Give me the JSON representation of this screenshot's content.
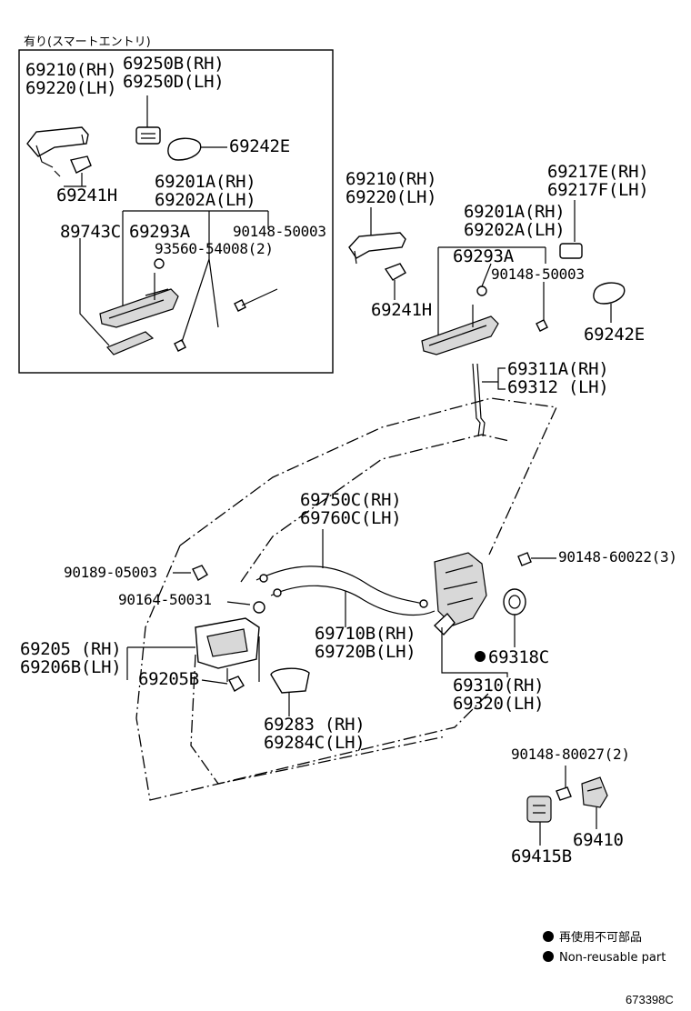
{
  "inset": {
    "title": "有り(スマートエントリ)",
    "labels": {
      "a1": "69210(RH)",
      "a2": "69220(LH)",
      "b1": "69250B(RH)",
      "b2": "69250D(LH)",
      "c": "69242E",
      "d": "69241H",
      "e1": "69201A(RH)",
      "e2": "69202A(LH)",
      "f": "89743C",
      "g": "69293A",
      "h": "90148-50003",
      "i": "93560-54008(2)"
    }
  },
  "main": {
    "labels": {
      "handle1": "69210(RH)",
      "handle2": "69220(LH)",
      "cap1": "69217E(RH)",
      "cap2": "69217F(LH)",
      "frame1": "69201A(RH)",
      "frame2": "69202A(LH)",
      "rod": "69293A",
      "bolt": "90148-50003",
      "pad": "69242E",
      "gasket": "69241H",
      "lockrod1": "69311A(RH)",
      "lockrod2": "69312  (LH)",
      "cable1": "69750C(RH)",
      "cable2": "69760C(LH)",
      "screw1": "90189-05003",
      "screw2": "90164-50031",
      "screw3": "90148-60022(3)",
      "inner1": "69205 (RH)",
      "inner2": "69206B(LH)",
      "bezel": "69205B",
      "cable3": "69710B(RH)",
      "cable4": "69720B(LH)",
      "seal": "69318C",
      "lock1": "69310(RH)",
      "lock2": "69320(LH)",
      "cover1": "69283 (RH)",
      "cover2": "69284C(LH)",
      "screw4": "90148-80027(2)",
      "striker": "69410",
      "plate": "69415B"
    }
  },
  "legend": {
    "jp": "再使用不可部品",
    "en": "Non-reusable part"
  },
  "footer": {
    "code": "673398C"
  }
}
